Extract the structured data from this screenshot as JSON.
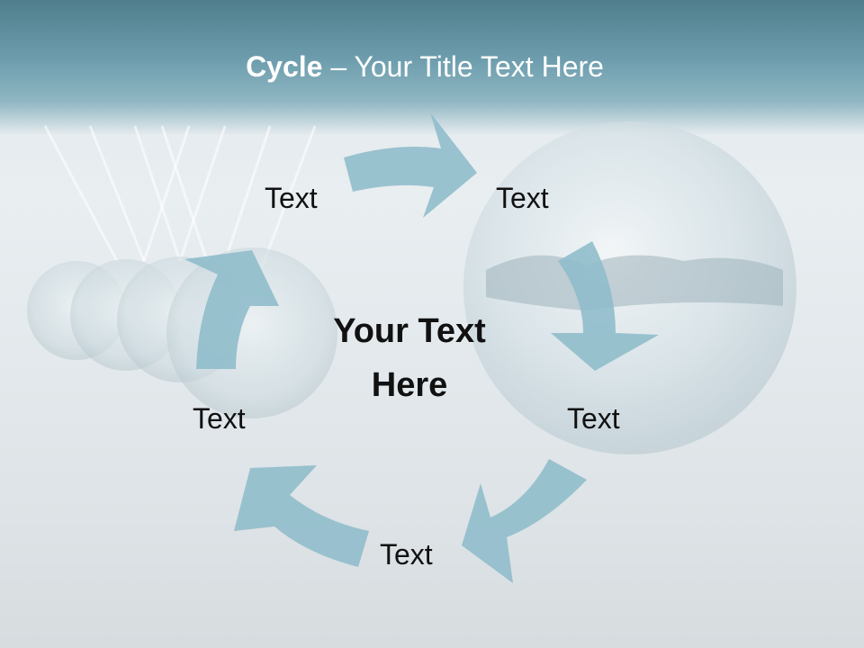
{
  "slide": {
    "title_bold": "Cycle",
    "title_rest": " – Your Title Text Here",
    "center_text_line1": "Your Text",
    "center_text_line2": "Here"
  },
  "cycle": {
    "steps": [
      {
        "label": "Text"
      },
      {
        "label": "Text"
      },
      {
        "label": "Text"
      },
      {
        "label": "Text"
      },
      {
        "label": "Text"
      }
    ],
    "arrow_color": "#90bccb",
    "title_band_color": "#5f8d9c"
  }
}
